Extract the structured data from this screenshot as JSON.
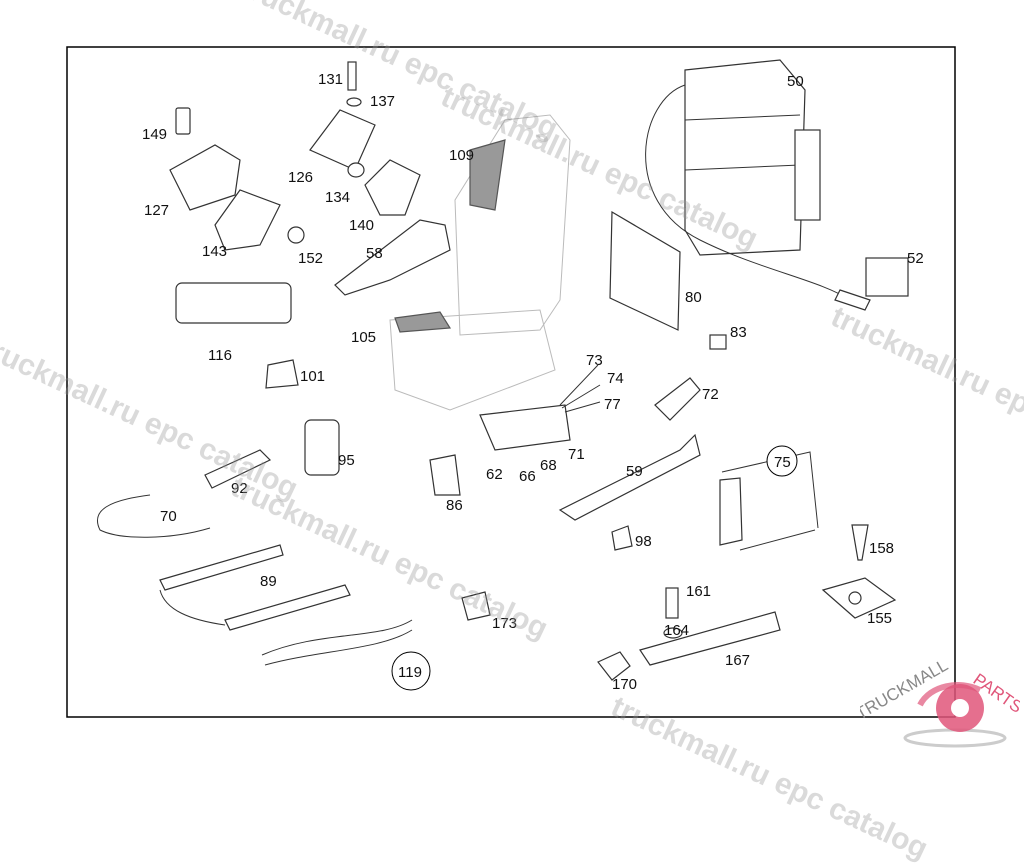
{
  "diagram": {
    "labels": {
      "l131": "131",
      "l137": "137",
      "l149": "149",
      "l126": "126",
      "l134": "134",
      "l127": "127",
      "l140": "140",
      "l143": "143",
      "l152": "152",
      "l109": "109",
      "l58": "58",
      "l50": "50",
      "l52": "52",
      "l80": "80",
      "l83": "83",
      "l116": "116",
      "l105": "105",
      "l101": "101",
      "l73": "73",
      "l74": "74",
      "l77": "77",
      "l72": "72",
      "l95": "95",
      "l92": "92",
      "l62": "62",
      "l66": "66",
      "l68": "68",
      "l71": "71",
      "l59": "59",
      "l75": "75",
      "l86": "86",
      "l70": "70",
      "l98": "98",
      "l158": "158",
      "l89": "89",
      "l161": "161",
      "l173": "173",
      "l164": "164",
      "l155": "155",
      "l167": "167",
      "l119": "119",
      "l170": "170"
    }
  },
  "watermark": {
    "text": "truckmall.ru epc catalog"
  },
  "logo": {
    "text_left": "TRUCKMALL",
    "text_right": "PARTS",
    "color": "#e0567a"
  }
}
